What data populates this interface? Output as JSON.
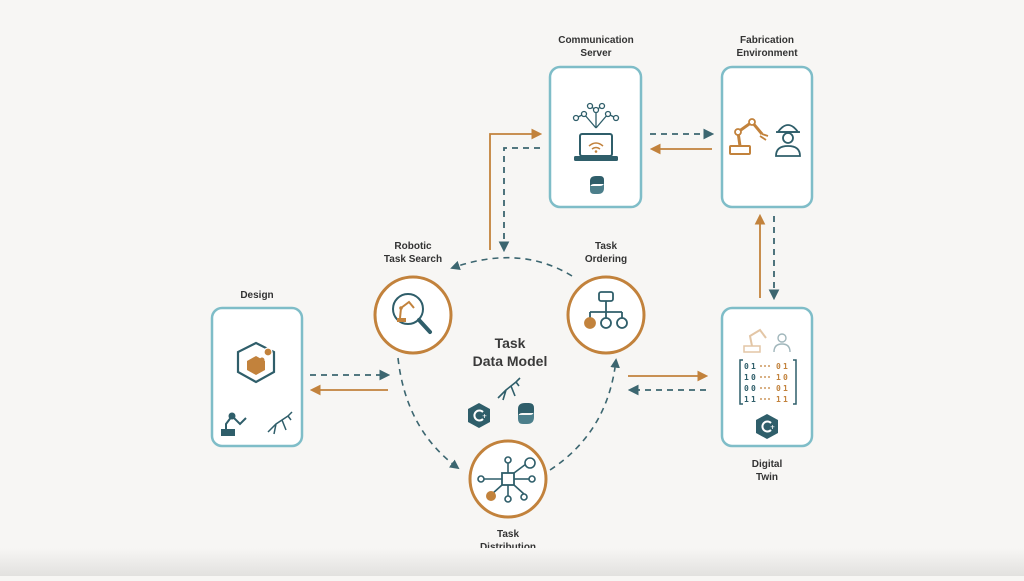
{
  "colors": {
    "teal": "#3f8f9e",
    "box_border": "#7fbdc8",
    "orange": "#c2823c",
    "dark": "#2f5e6a",
    "dash": "#3c6670",
    "grey": "#6b6b6b",
    "background": "#f7f6f4"
  },
  "nodes": {
    "design": {
      "label": "Design",
      "icons": [
        "cube-gear-icon",
        "robot-arm-icon",
        "grasshopper-icon"
      ]
    },
    "communication_server": {
      "label_line1": "Communication",
      "label_line2": "Server",
      "icons": [
        "laptop-network-icon",
        "python-icon"
      ]
    },
    "fabrication_environment": {
      "label_line1": "Fabrication",
      "label_line2": "Environment",
      "icons": [
        "robot-arm-icon",
        "worker-icon"
      ]
    },
    "digital_twin": {
      "label_line1": "Digital",
      "label_line2": "Twin",
      "icons": [
        "binary-data-icon",
        "csharp-icon"
      ]
    },
    "robotic_task_search": {
      "label_line1": "Robotic",
      "label_line2": "Task Search",
      "icons": [
        "magnifier-robot-icon"
      ]
    },
    "task_ordering": {
      "label_line1": "Task",
      "label_line2": "Ordering",
      "icons": [
        "hierarchy-icon"
      ]
    },
    "task_distribution": {
      "label_line1": "Task",
      "label_line2": "Distribution",
      "icons": [
        "distribution-network-icon"
      ]
    },
    "task_data_model": {
      "label_line1": "Task",
      "label_line2": "Data Model",
      "icons": [
        "grasshopper-icon",
        "csharp-icon",
        "python-icon"
      ]
    }
  }
}
